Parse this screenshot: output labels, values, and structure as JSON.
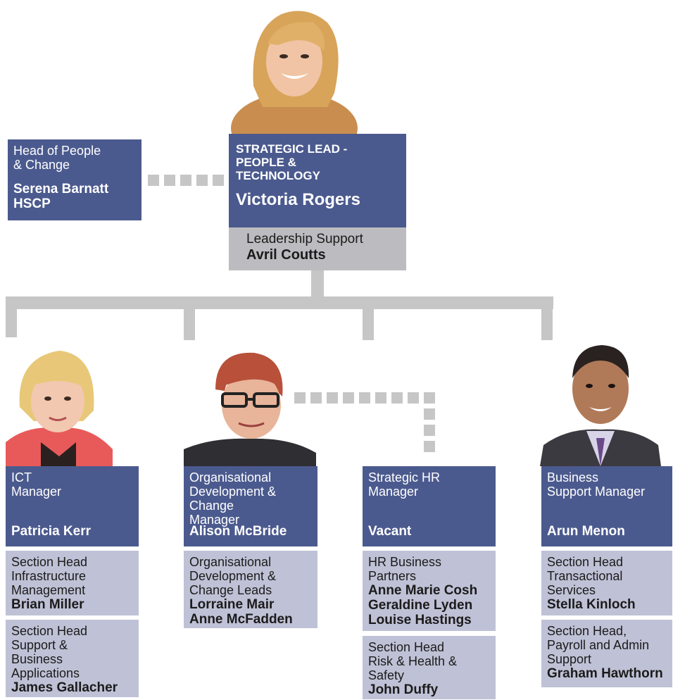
{
  "top": {
    "title": "STRATEGIC LEAD -\nPEOPLE &\nTECHNOLOGY",
    "name": "Victoria Rogers",
    "support_role": "Leadership Support",
    "support_name": "Avril Coutts"
  },
  "side": {
    "role": "Head of People\n& Change",
    "name": "Serena Barnatt\nHSCP"
  },
  "managers": [
    {
      "role": "ICT\nManager",
      "name": "Patricia Kerr",
      "sections": [
        {
          "role": "Section Head\nInfrastructure\nManagement",
          "names": "Brian Miller"
        },
        {
          "role": "Section Head\nSupport &\nBusiness\nApplications",
          "names": "James Gallacher"
        }
      ]
    },
    {
      "role": "Organisational\nDevelopment &\nChange\nManager",
      "name": "Alison McBride",
      "sections": [
        {
          "role": "Organisational\nDevelopment &\nChange Leads",
          "names": "Lorraine Mair\nAnne McFadden"
        }
      ]
    },
    {
      "role": "Strategic HR\nManager",
      "name": "Vacant",
      "sections": [
        {
          "role": "HR Business\nPartners",
          "names": "Anne Marie Cosh\nGeraldine Lyden\nLouise Hastings"
        },
        {
          "role": "Section Head\nRisk & Health &\nSafety",
          "names": "John Duffy"
        }
      ]
    },
    {
      "role": "Business\nSupport Manager",
      "name": "Arun Menon",
      "sections": [
        {
          "role": "Section Head\nTransactional\nServices",
          "names": "Stella Kinloch"
        },
        {
          "role": "Section Head,\nPayroll and Admin\nSupport",
          "names": "Graham Hawthorn"
        }
      ]
    }
  ],
  "colors": {
    "navy": "#4b5a8e",
    "light_grey": "#bfc2d6",
    "connector_grey": "#c6c6c6"
  }
}
